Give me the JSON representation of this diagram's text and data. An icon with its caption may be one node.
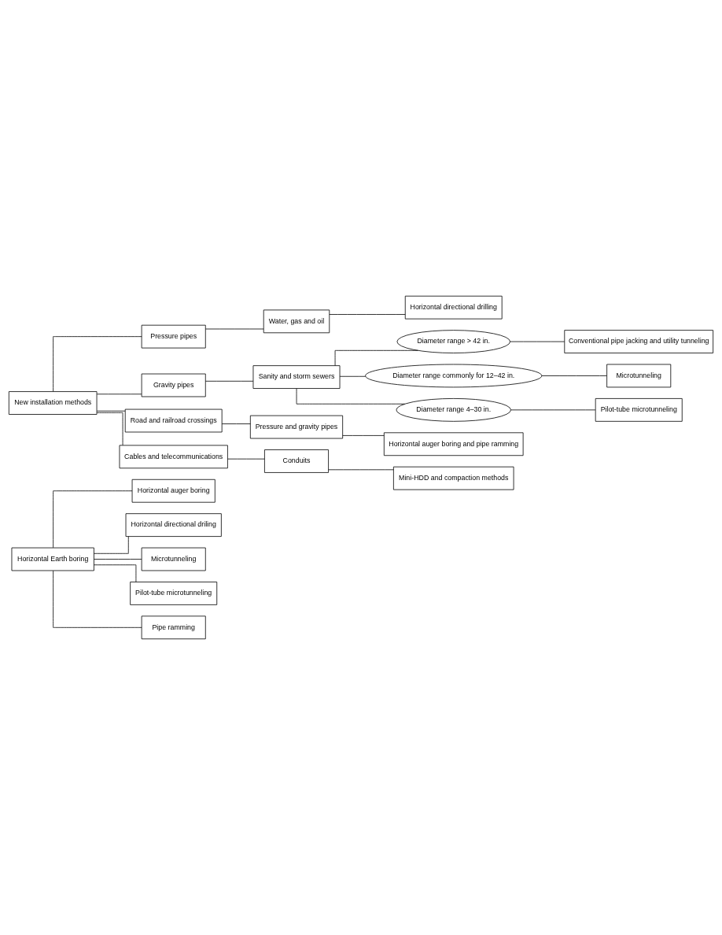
{
  "diagram": {
    "nodes": [
      {
        "text": [
          "Horizontal Earth boring"
        ]
      },
      {
        "text": [
          "Horizontal auger boring"
        ]
      },
      {
        "text": [
          "Horizontal directional driling"
        ]
      },
      {
        "text": [
          "Microtunneling"
        ]
      },
      {
        "text": [
          "Pilot-tube microtunneling"
        ]
      },
      {
        "text": [
          "Pipe ramming"
        ]
      },
      {
        "text": [
          "New installation methods"
        ]
      },
      {
        "text": [
          "Pressure pipes"
        ]
      },
      {
        "text": [
          "Gravity pipes"
        ]
      },
      {
        "text": [
          "Road and railroad crossings"
        ]
      },
      {
        "text": [
          "Cables and telecommunications"
        ]
      },
      {
        "text": [
          "Water, gas and oil"
        ]
      },
      {
        "text": [
          "Sanity and storm sewers"
        ]
      },
      {
        "text": [
          "Pressure and gravity pipes"
        ]
      },
      {
        "text": [
          "Conduits"
        ]
      },
      {
        "text": [
          "Diameter range > 42 in."
        ]
      },
      {
        "text": [
          "Diameter range commonly for 12–42 in."
        ]
      },
      {
        "text": [
          "Diameter range 4–30 in."
        ]
      },
      {
        "text": [
          "Horizontal directional drilling"
        ]
      },
      {
        "text": [
          "Conventional pipe jacking and utility tunneling"
        ]
      },
      {
        "text": [
          "Microtunneling"
        ]
      },
      {
        "text": [
          "Pilot-tube microtunneling"
        ]
      },
      {
        "text": [
          "Horizontal auger boring and pipe ramming"
        ]
      },
      {
        "text": [
          "Mini-HDD and compaction methods"
        ]
      }
    ],
    "edges": [
      {
        "from": 0,
        "to": 1,
        "arrow": "none"
      },
      {
        "from": 0,
        "to": 2,
        "arrow": "none"
      },
      {
        "from": 0,
        "to": 3,
        "arrow": "none"
      },
      {
        "from": 0,
        "to": 4,
        "arrow": "none"
      },
      {
        "from": 0,
        "to": 5,
        "arrow": "none"
      },
      {
        "from": 6,
        "to": 7,
        "arrow": "none"
      },
      {
        "from": 6,
        "to": 8,
        "arrow": "none"
      },
      {
        "from": 6,
        "to": 9,
        "arrow": "none"
      },
      {
        "from": 6,
        "to": 10,
        "arrow": "none"
      },
      {
        "from": 7,
        "to": 11,
        "arrow": "none"
      },
      {
        "from": 8,
        "to": 12,
        "arrow": "none"
      },
      {
        "from": 9,
        "to": 13,
        "arrow": "none"
      },
      {
        "from": 10,
        "to": 14,
        "arrow": "none"
      },
      {
        "from": 11,
        "to": 18,
        "arrow": "none"
      },
      {
        "from": 12,
        "to": 15,
        "arrow": "none"
      },
      {
        "from": 12,
        "to": 16,
        "arrow": "none"
      },
      {
        "from": 12,
        "to": 17,
        "arrow": "none"
      },
      {
        "from": 15,
        "to": 19,
        "arrow": "none"
      },
      {
        "from": 16,
        "to": 20,
        "arrow": "none"
      },
      {
        "from": 17,
        "to": 21,
        "arrow": "none"
      },
      {
        "from": 13,
        "to": 22,
        "arrow": "none"
      },
      {
        "from": 14,
        "to": 23,
        "arrow": "none"
      }
    ]
  }
}
